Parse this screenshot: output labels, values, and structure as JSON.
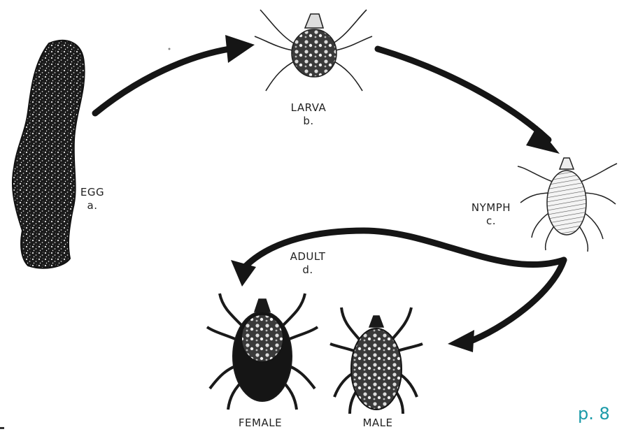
{
  "diagram": {
    "stages": {
      "egg": {
        "name": "EGG",
        "letter": "a."
      },
      "larva": {
        "name": "LARVA",
        "letter": "b."
      },
      "nymph": {
        "name": "NYMPH",
        "letter": "c."
      },
      "adult": {
        "name": "ADULT",
        "letter": "d."
      },
      "female": {
        "name": "FEMALE"
      },
      "male": {
        "name": "MALE"
      }
    }
  },
  "page_number": "p. 8",
  "colors": {
    "ink": "#1a1a1a",
    "page_number": "#1a9aa8",
    "background": "#ffffff"
  }
}
